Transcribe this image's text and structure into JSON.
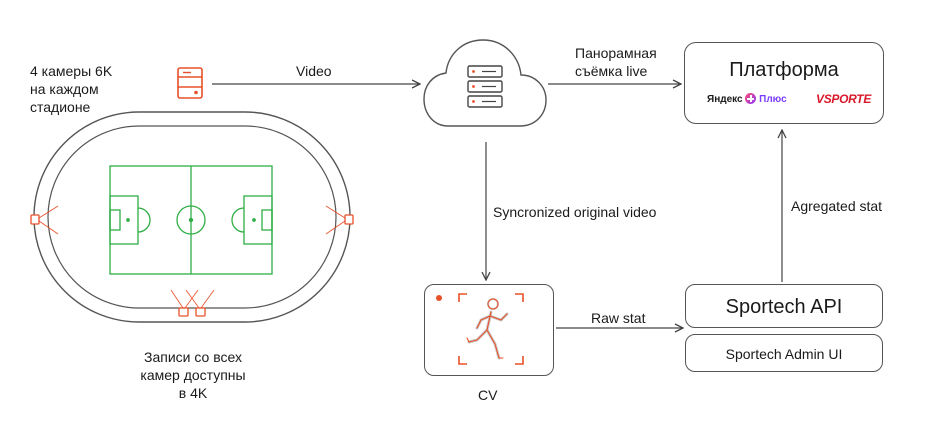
{
  "stadium": {
    "cameras_label": [
      "4 камеры 6K",
      "на каждом",
      "стадионе"
    ],
    "records_label": [
      "Записи со всех",
      "камер доступны",
      "в 4K"
    ]
  },
  "edges": {
    "video": "Video",
    "panorama": [
      "Панорамная",
      "съёмка live"
    ],
    "sync": "Syncronized original video",
    "raw": "Raw stat",
    "agg": "Agregated stat"
  },
  "platform": {
    "title": "Платформа",
    "logo_yandex": "Яндекс",
    "logo_plus": "Плюс",
    "logo_vsporte": "VSPORTE"
  },
  "cv": {
    "label": "CV"
  },
  "sportech": {
    "api": "Sportech API",
    "admin": "Sportech Admin UI"
  },
  "colors": {
    "pitch": "#2fae45",
    "accent": "#e8502a",
    "stroke": "#555555",
    "plus_gradient": [
      "#ff4a75",
      "#8c3cff"
    ],
    "vsporte_red": "#d9192b"
  }
}
